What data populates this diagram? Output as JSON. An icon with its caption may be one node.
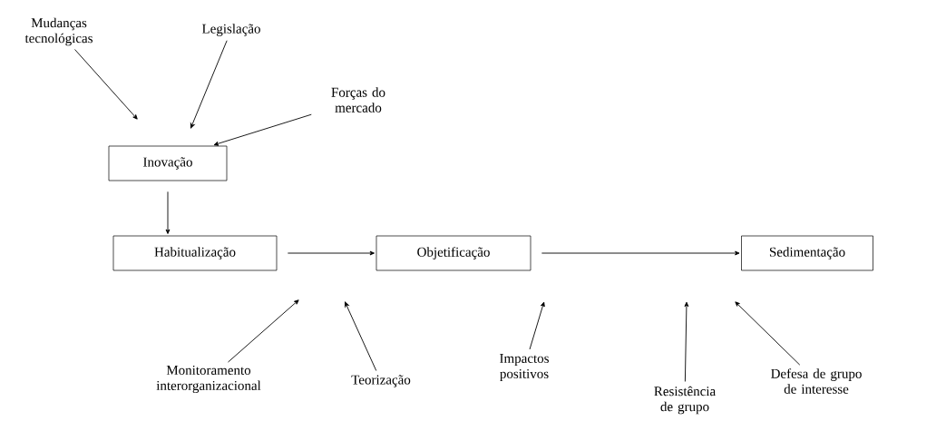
{
  "diagram": {
    "nodes": [
      {
        "text": [
          "Mudanças tecnológicas"
        ]
      },
      {
        "text": [
          "Legislação"
        ]
      },
      {
        "text": [
          "Forças do mercado"
        ]
      },
      {
        "text": [
          "Inovação"
        ]
      },
      {
        "text": [
          "Habitualização"
        ]
      },
      {
        "text": [
          "Objetificação"
        ]
      },
      {
        "text": [
          "Sedimentação"
        ]
      },
      {
        "text": [
          "Monitoramento interorganizacional"
        ]
      },
      {
        "text": [
          "Teorização"
        ]
      },
      {
        "text": [
          "Impactos positivos"
        ]
      },
      {
        "text": [
          "Resistência de grupo"
        ]
      },
      {
        "text": [
          "Defesa de grupo de interesse"
        ]
      }
    ],
    "edges": [
      {
        "from": 0,
        "to": 3,
        "arrow": "to"
      },
      {
        "from": 1,
        "to": 3,
        "arrow": "to"
      },
      {
        "from": 2,
        "to": 3,
        "arrow": "to"
      },
      {
        "from": 3,
        "to": 4,
        "arrow": "to"
      },
      {
        "from": 4,
        "to": 5,
        "arrow": "to"
      },
      {
        "from": 5,
        "to": 6,
        "arrow": "to"
      },
      {
        "from": 7,
        "to": null,
        "arrow": "to"
      },
      {
        "from": 8,
        "to": null,
        "arrow": "to"
      },
      {
        "from": 9,
        "to": null,
        "arrow": "to"
      },
      {
        "from": 10,
        "to": null,
        "arrow": "to"
      },
      {
        "from": 11,
        "to": null,
        "arrow": "to"
      }
    ]
  }
}
